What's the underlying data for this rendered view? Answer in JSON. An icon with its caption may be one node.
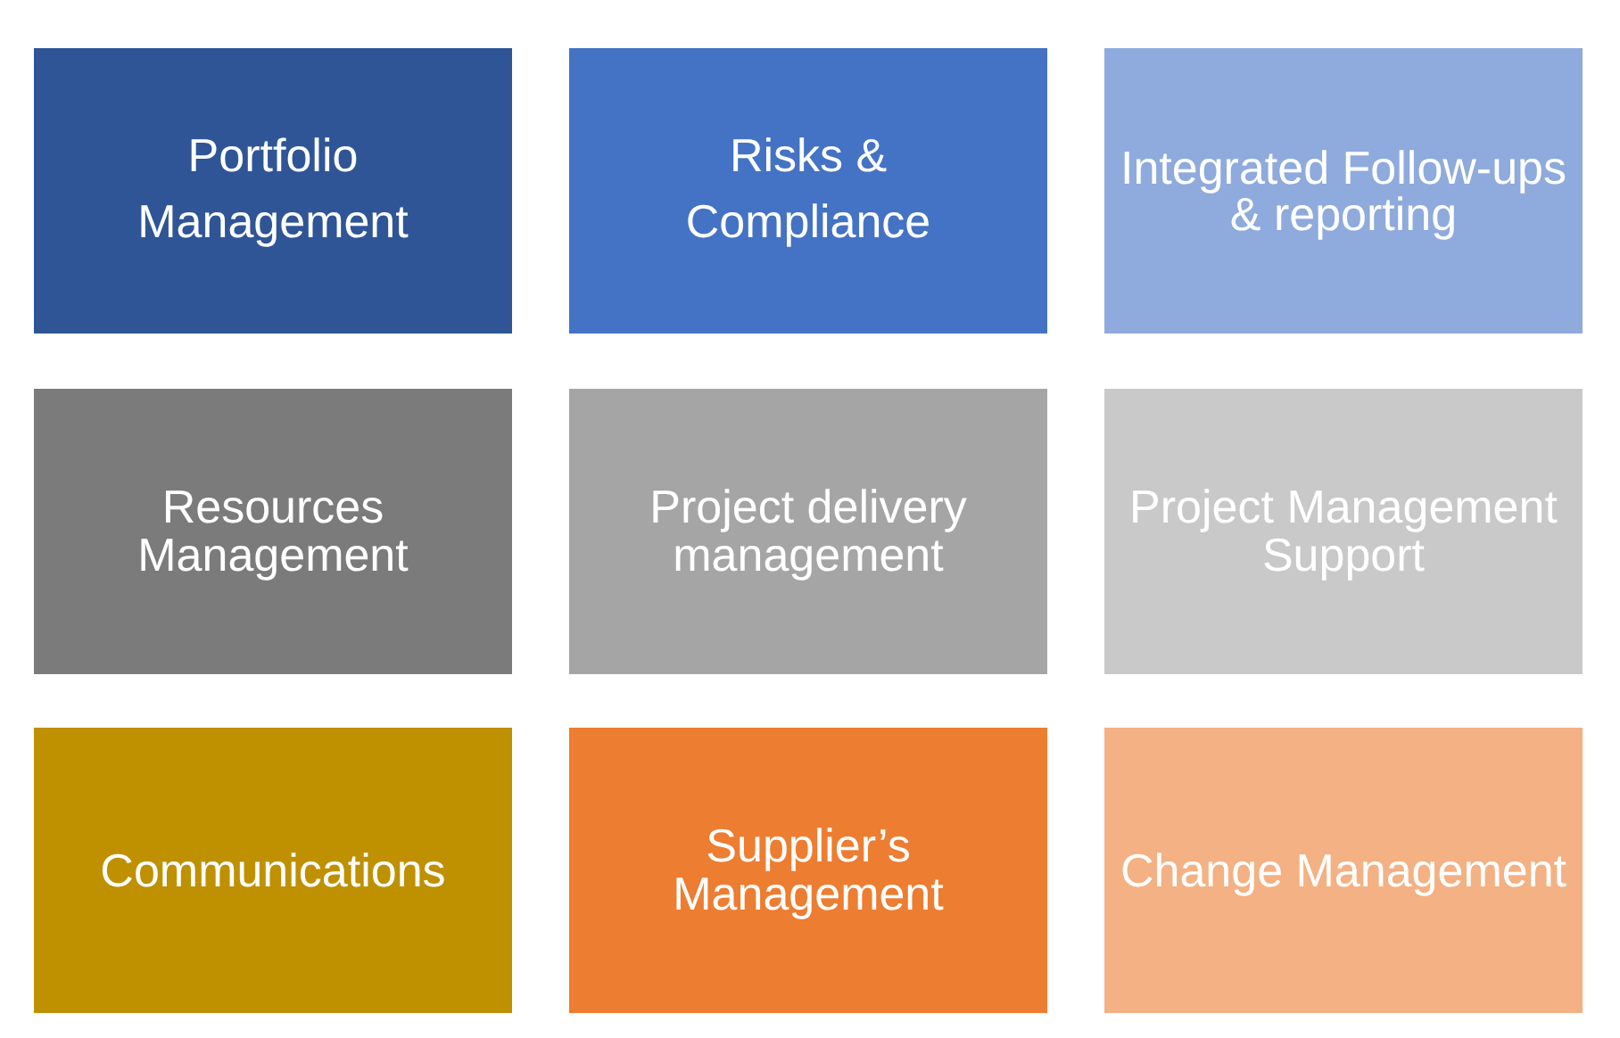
{
  "diagram": {
    "nodes": [
      {
        "text": [
          "Portfolio Management"
        ]
      },
      {
        "text": [
          "Risks & Compliance"
        ]
      },
      {
        "text": [
          "Integrated Follow-ups & reporting"
        ]
      },
      {
        "text": [
          "Resources Management"
        ]
      },
      {
        "text": [
          "Project delivery management"
        ]
      },
      {
        "text": [
          "Project Management Support"
        ]
      },
      {
        "text": [
          "Communications"
        ]
      },
      {
        "text": [
          "Supplier’s Management"
        ]
      },
      {
        "text": [
          "Change Management"
        ]
      }
    ]
  }
}
